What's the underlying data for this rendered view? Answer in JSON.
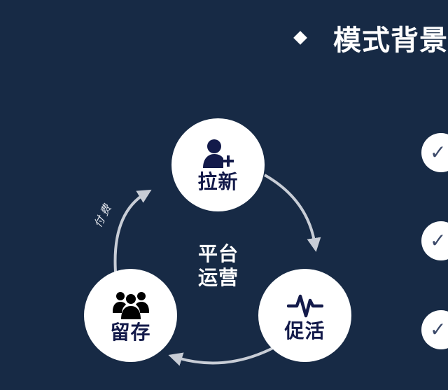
{
  "slide": {
    "title": "模式背景",
    "bullet_icon": "diamond-bullet-icon",
    "background_color": "#172a45"
  },
  "cycle": {
    "center_label_line1": "平台",
    "center_label_line2": "运营",
    "nodes": [
      {
        "label": "拉新",
        "icon": "add-user-icon"
      },
      {
        "label": "促活",
        "icon": "pulse-icon"
      },
      {
        "label": "留存",
        "icon": "group-icon"
      }
    ],
    "arrow_label": "付费",
    "node_text_color": "#131a4a",
    "arrow_color": "#c8cdd6"
  },
  "checklist": {
    "icon": "check-icon",
    "items": [
      "✓",
      "✓",
      "✓"
    ],
    "mark_color": "#3c4a6a"
  }
}
